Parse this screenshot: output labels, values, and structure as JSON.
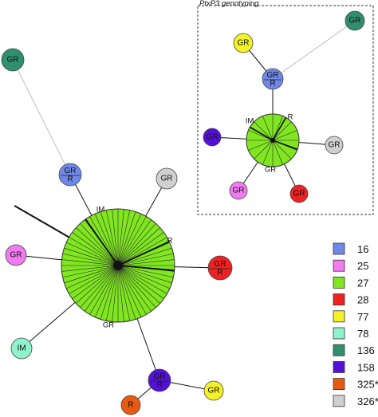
{
  "inset": {
    "title": "PtxP3 genotyping"
  },
  "legend": [
    {
      "label": "16",
      "color": "#6f88e8"
    },
    {
      "label": "25",
      "color": "#f07cf0"
    },
    {
      "label": "27",
      "color": "#7fe620"
    },
    {
      "label": "28",
      "color": "#ee2222"
    },
    {
      "label": "77",
      "color": "#f2f227"
    },
    {
      "label": "78",
      "color": "#8ff2cc"
    },
    {
      "label": "136",
      "color": "#2f8f6f"
    },
    {
      "label": "158",
      "color": "#5510d8"
    },
    {
      "label": "325*",
      "color": "#e85a12"
    },
    {
      "label": "326*",
      "color": "#d0d0d0"
    }
  ],
  "main_network": {
    "center": {
      "type": "27",
      "segments": 60,
      "labels": [
        "IM",
        "R",
        "GR"
      ]
    },
    "nodes": [
      {
        "id": "m136",
        "type": "136",
        "labels": [
          "GR"
        ]
      },
      {
        "id": "m16",
        "type": "16",
        "labels": [
          "GR",
          "R"
        ]
      },
      {
        "id": "m326",
        "type": "326*",
        "labels": [
          "GR"
        ]
      },
      {
        "id": "m25",
        "type": "25",
        "labels": [
          "GR"
        ]
      },
      {
        "id": "m28",
        "type": "28",
        "labels": [
          "GR",
          "R"
        ]
      },
      {
        "id": "m78",
        "type": "78",
        "labels": [
          "IM"
        ]
      },
      {
        "id": "m158",
        "type": "158",
        "labels": [
          "GR",
          "R"
        ]
      },
      {
        "id": "m77",
        "type": "77",
        "labels": [
          "GR"
        ]
      },
      {
        "id": "m325",
        "type": "325*",
        "labels": [
          "R"
        ]
      }
    ]
  },
  "inset_network": {
    "center": {
      "type": "27",
      "segments": 16,
      "labels": [
        "IM",
        "R",
        "GR"
      ]
    },
    "nodes": [
      {
        "id": "i136",
        "type": "136",
        "labels": [
          "GR"
        ]
      },
      {
        "id": "i77",
        "type": "77",
        "labels": [
          "GR"
        ]
      },
      {
        "id": "i16",
        "type": "16",
        "labels": [
          "GR",
          "R"
        ]
      },
      {
        "id": "i158",
        "type": "158",
        "labels": [
          "GR"
        ]
      },
      {
        "id": "i326",
        "type": "326*",
        "labels": [
          "GR"
        ]
      },
      {
        "id": "i25",
        "type": "25",
        "labels": [
          "GR"
        ]
      },
      {
        "id": "i28",
        "type": "28",
        "labels": [
          "GR"
        ]
      }
    ]
  }
}
